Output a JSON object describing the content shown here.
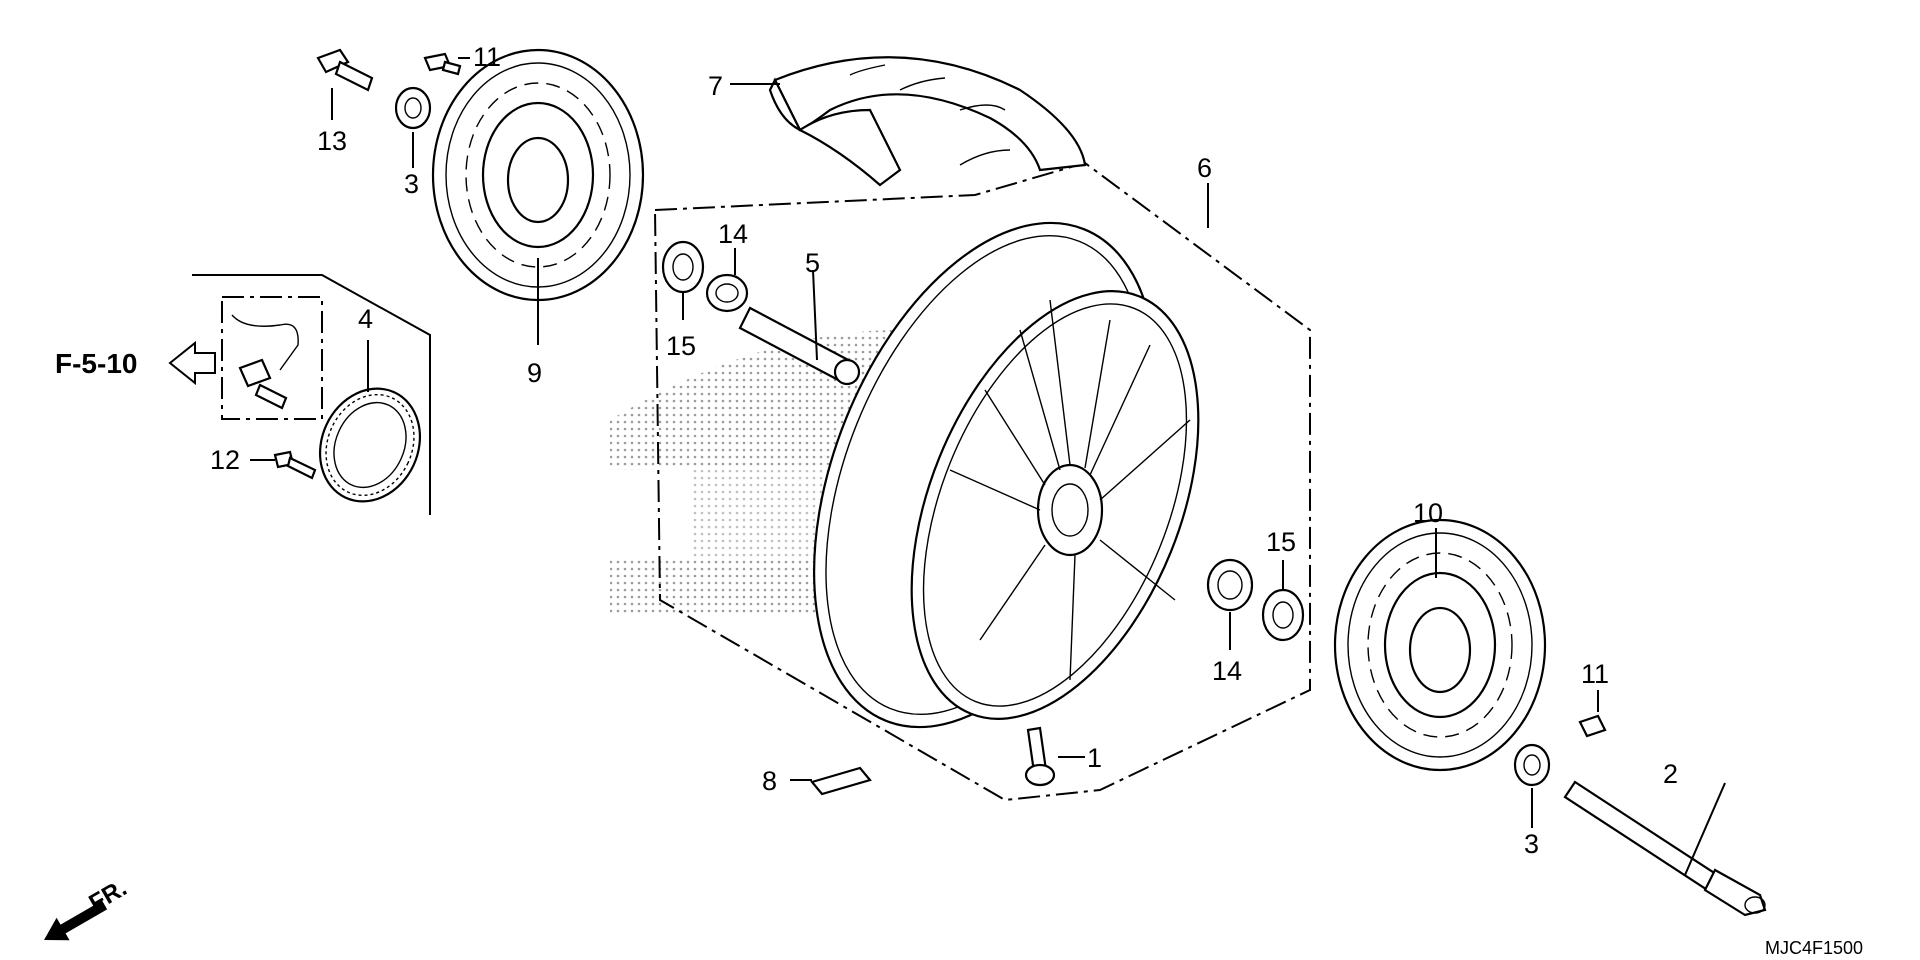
{
  "diagram": {
    "part_labels": {
      "p1": "1",
      "p2": "2",
      "p3a": "3",
      "p3b": "3",
      "p4": "4",
      "p5": "5",
      "p6": "6",
      "p7": "7",
      "p8": "8",
      "p9": "9",
      "p10": "10",
      "p11a": "11",
      "p11b": "11",
      "p12": "12",
      "p13": "13",
      "p14a": "14",
      "p14b": "14",
      "p15a": "15",
      "p15b": "15"
    },
    "reference": "F-5-10",
    "direction": "FR.",
    "diagram_code": "MJC4F1500"
  },
  "colors": {
    "line": "#000000",
    "background": "#ffffff",
    "stipple": "#9a9a9a"
  }
}
